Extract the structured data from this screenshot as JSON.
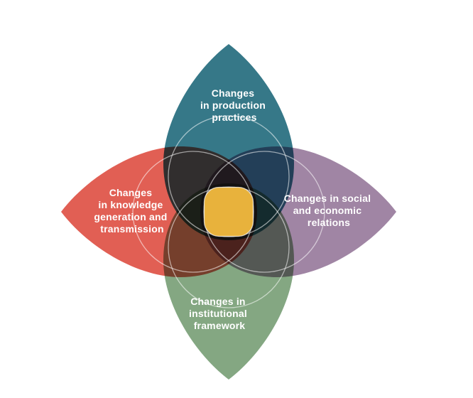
{
  "diagram": {
    "type": "four-petal-venn",
    "outline_color": "#ffffff",
    "center_color": "#e8b23c",
    "petals": [
      {
        "id": "top",
        "color": "#2e7383",
        "label": "Changes in production practices",
        "label_lines": [
          "Changes",
          "in production",
          "practices"
        ]
      },
      {
        "id": "left",
        "color": "#e0584d",
        "label": "Changes in knowledge generation and transmission",
        "label_lines": [
          "Changes",
          "in knowledge",
          "generation and",
          "transmission"
        ]
      },
      {
        "id": "right",
        "color": "#9c80a0",
        "label": "Changes in social and economic relations",
        "label_lines": [
          "Changes in social",
          "and economic",
          "relations"
        ]
      },
      {
        "id": "bottom",
        "color": "#7fa37d",
        "label": "Changes in institutional framework",
        "label_lines": [
          "Changes in",
          "institutional",
          "framework"
        ]
      }
    ]
  }
}
